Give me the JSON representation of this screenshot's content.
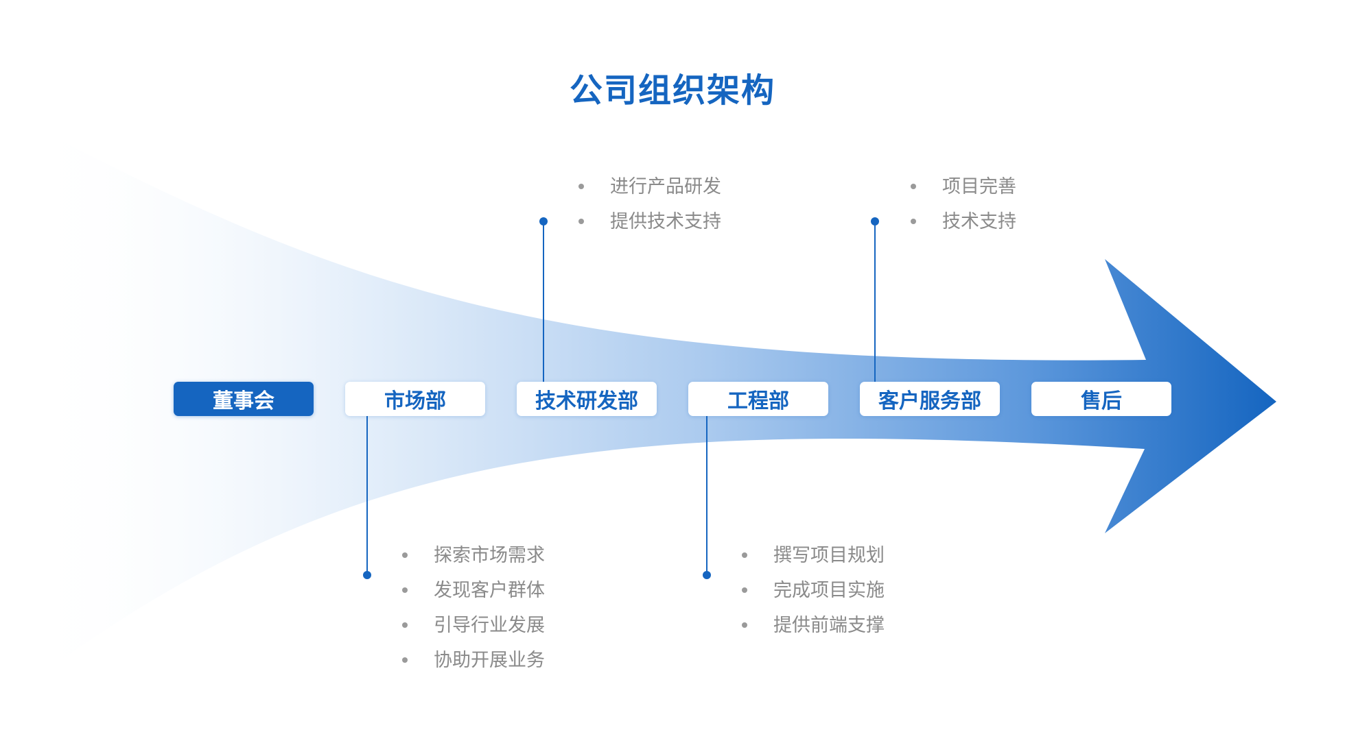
{
  "title": "公司组织架构",
  "colors": {
    "primary": "#1565c0",
    "card_bg": "#ffffff",
    "bullet_text": "#8a8a8a",
    "arrow_light": "#ffffff",
    "arrow_dark": "#1565c0"
  },
  "departments": [
    {
      "label": "董事会",
      "style": "primary"
    },
    {
      "label": "市场部",
      "style": "outline"
    },
    {
      "label": "技术研发部",
      "style": "outline"
    },
    {
      "label": "工程部",
      "style": "outline"
    },
    {
      "label": "客户服务部",
      "style": "outline"
    },
    {
      "label": "售后",
      "style": "outline"
    }
  ],
  "duties": {
    "market": [
      "探索市场需求",
      "发现客户群体",
      "引导行业发展",
      "协助开展业务"
    ],
    "rd": [
      "进行产品研发",
      "提供技术支持"
    ],
    "engineering": [
      "撰写项目规划",
      "完成项目实施",
      "提供前端支撑"
    ],
    "customer_service": [
      "项目完善",
      "技术支持"
    ]
  },
  "icons": {
    "arrow": "arrow-right-icon",
    "connector_dot": "dot-icon",
    "bullet": "bullet-icon"
  }
}
